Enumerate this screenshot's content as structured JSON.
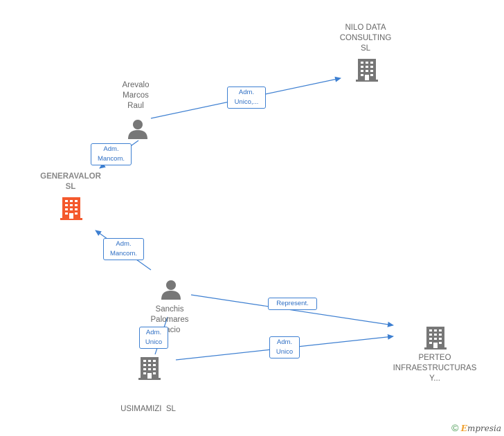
{
  "colors": {
    "edge": "#3d7fd1",
    "person": "#777777",
    "company": "#777777",
    "main_company": "#f4592d"
  },
  "nodes": {
    "nilo": {
      "label_lines": [
        "NILO DATA",
        "CONSULTING",
        "SL"
      ],
      "icon": "building-icon"
    },
    "arevalo": {
      "label_lines": [
        "Arevalo",
        "Marcos",
        "Raul"
      ],
      "icon": "person-icon"
    },
    "generavalor": {
      "label_lines": [
        "GENERAVALOR",
        "SL"
      ],
      "icon": "building-icon"
    },
    "sanchis": {
      "label_lines": [
        "Sanchis",
        "Palomares",
        "...acio"
      ],
      "icon": "person-icon"
    },
    "usimamizi": {
      "label_lines": [
        "USIMAMIZI  SL"
      ],
      "icon": "building-icon"
    },
    "perteo": {
      "label_lines": [
        "PERTEO",
        "INFRAESTRUCTURAS",
        "Y..."
      ],
      "icon": "building-icon"
    }
  },
  "edges": {
    "arevalo_nilo": {
      "label_lines": [
        "Adm.",
        "Unico,..."
      ]
    },
    "arevalo_generavalor": {
      "label_lines": [
        "Adm.",
        "Mancom."
      ]
    },
    "sanchis_generavalor": {
      "label_lines": [
        "Adm.",
        "Mancom."
      ]
    },
    "sanchis_perteo": {
      "label_lines": [
        "Represent."
      ]
    },
    "sanchis_usimamizi": {
      "label_lines": [
        "Adm.",
        "Unico"
      ]
    },
    "usimamizi_perteo": {
      "label_lines": [
        "Adm.",
        "Unico"
      ]
    }
  },
  "brand": {
    "copyright": "©",
    "name_first": "E",
    "name_rest": "mpresia"
  }
}
